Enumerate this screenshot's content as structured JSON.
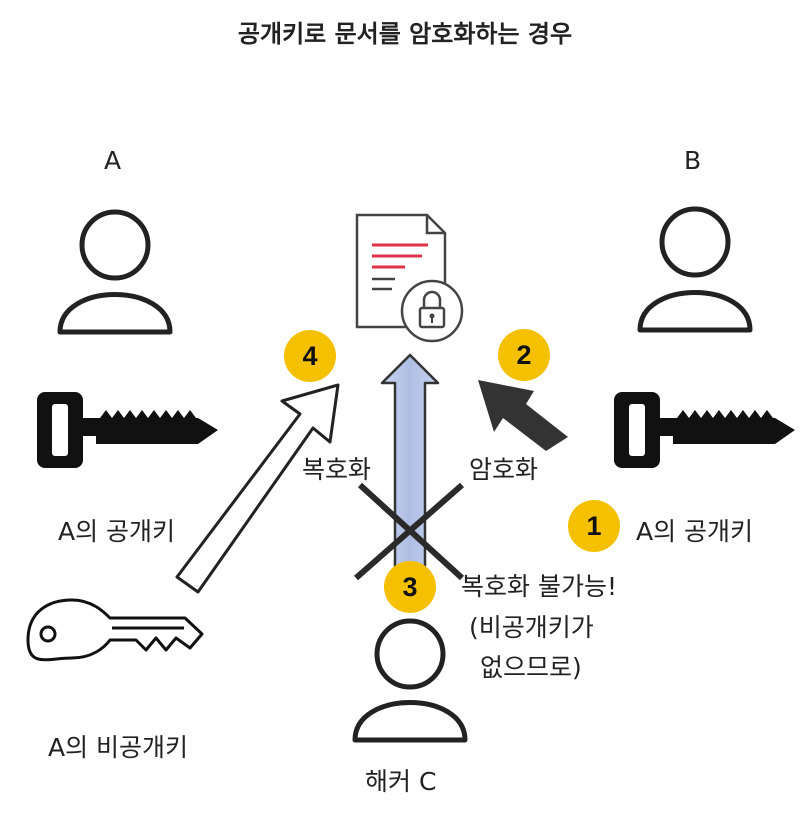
{
  "title": "공개키로 문서를 암호화하는 경우",
  "parties": {
    "a": "A",
    "b": "B",
    "hacker": "해커 C"
  },
  "keys": {
    "a_public_left": "A의 공개키",
    "a_public_right": "A의 공개키",
    "a_private": "A의 비공개키"
  },
  "actions": {
    "decrypt": "복호화",
    "encrypt": "암호화",
    "cannot_decrypt_1": "복호화 불가능!",
    "cannot_decrypt_2": "(비공개키가",
    "cannot_decrypt_3": "없으므로)"
  },
  "steps": [
    "1",
    "2",
    "3",
    "4"
  ],
  "colors": {
    "badge": "#f5c000",
    "doc_lines": "#e0334a",
    "arrow_blue_fill": "#b9c7e8",
    "outline": "#222222"
  }
}
